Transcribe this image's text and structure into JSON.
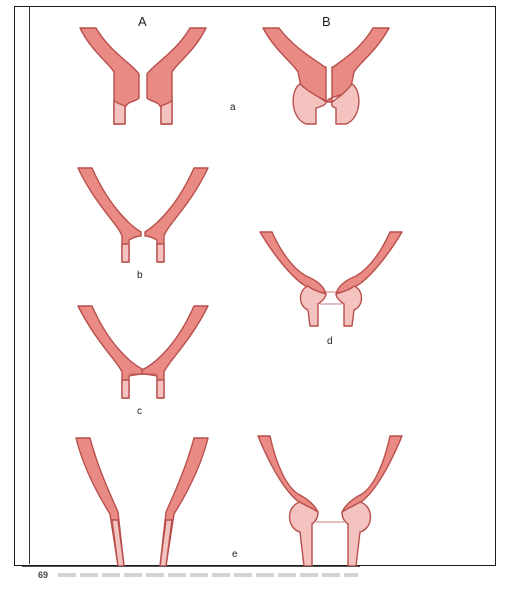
{
  "figure": {
    "column_headers": [
      "A",
      "B"
    ],
    "panel_labels": [
      "a",
      "b",
      "c",
      "d",
      "e"
    ],
    "caption_number": "69"
  },
  "colors": {
    "tissue": "#e98a84",
    "tissue_outline": "#b84f4c",
    "fold": "#f4c3bf",
    "border": "#1a1a1a"
  }
}
